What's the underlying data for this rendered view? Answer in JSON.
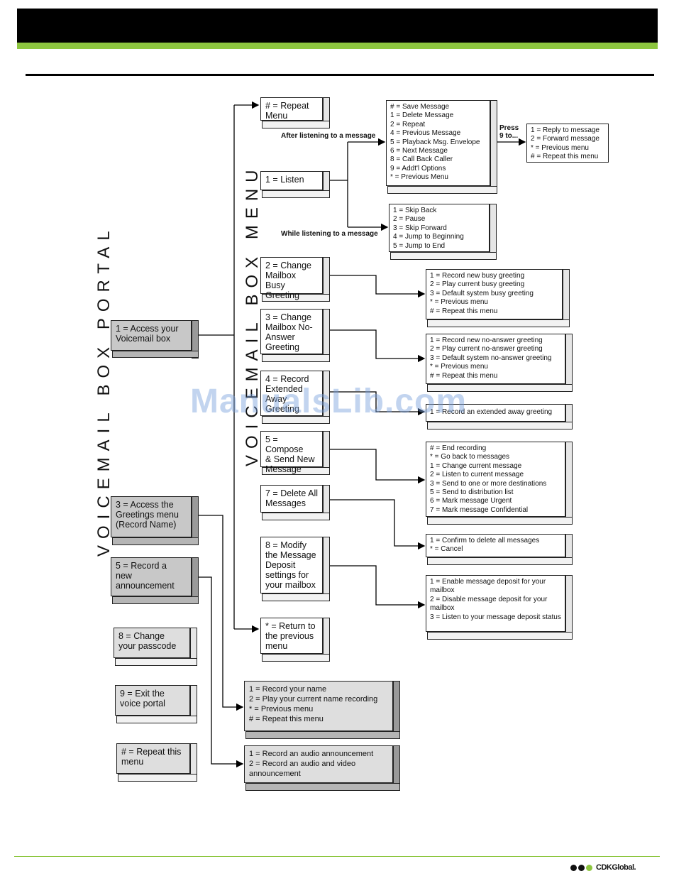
{
  "portal": {
    "title": "VOICEMAIL BOX PORTAL",
    "options": [
      "1 = Access your\nVoicemail box",
      "3 = Access the\nGreetings menu\n(Record Name)",
      "5 = Record a\nnew\nannouncement",
      "8 = Change\nyour passcode",
      "9 = Exit the\nvoice portal",
      "# = Repeat this\nmenu"
    ]
  },
  "menu": {
    "title": "VOICEMAIL BOX MENU",
    "options": [
      "# = Repeat\nMenu",
      "1 = Listen",
      "2 = Change\nMailbox Busy\nGreeting",
      "3 = Change\nMailbox No-\nAnswer\nGreeting",
      "4 = Record\nExtended\nAway\nGreeting",
      "5 = Compose\n& Send New\nMessage",
      "7 = Delete All\nMessages",
      "8 = Modify\nthe Message\nDeposit\nsettings for\nyour mailbox",
      "* = Return to\nthe previous\nmenu"
    ]
  },
  "labels": {
    "after": "After listening to a message",
    "while": "While listening to a message",
    "press": "Press\n9 to..."
  },
  "submenus": {
    "after_listen": [
      "# = Save Message",
      "1 = Delete Message",
      "2 = Repeat",
      "4 = Previous Message",
      "5 = Playback Msg. Envelope",
      "6 = Next Message",
      "8 = Call Back Caller",
      "9 = Addt'l Options",
      "* = Previous Menu"
    ],
    "press9": [
      "1 = Reply to message",
      "2 = Forward message",
      "* = Previous menu",
      "# = Repeat this menu"
    ],
    "while_listen": [
      "1 = Skip Back",
      "2 = Pause",
      "3 = Skip Forward",
      "4 = Jump to Beginning",
      "5 = Jump to End"
    ],
    "busy": [
      "1 = Record new busy greeting",
      "2 = Play current busy greeting",
      "3 = Default system busy greeting",
      "* = Previous menu",
      "# = Repeat this menu"
    ],
    "no_answer": [
      "1 = Record new no-answer greeting",
      "2 = Play current no-answer greeting",
      "3 = Default system no-answer greeting",
      "* = Previous menu",
      "# = Repeat this menu"
    ],
    "away": [
      "1 = Record an extended away greeting"
    ],
    "compose": [
      "# = End recording",
      "* = Go back to messages",
      "1 = Change current message",
      "2 = Listen to current message",
      "3 = Send to one or more destinations",
      "5 = Send to distribution list",
      "6 = Mark message Urgent",
      "7 = Mark message Confidential"
    ],
    "delete": [
      "1 = Confirm to delete all messages",
      "* = Cancel"
    ],
    "deposit": [
      "1 = Enable message deposit for your mailbox",
      "2 = Disable message deposit for your mailbox",
      "3 = Listen to your message deposit status"
    ],
    "greetings": [
      "1 = Record your name",
      "2 = Play your current name recording",
      "* = Previous menu",
      "# = Repeat this menu"
    ],
    "announcement": [
      "1 = Record an audio announcement",
      "2 = Record an audio and video announcement"
    ]
  },
  "watermark": "ManualsLib.com",
  "footer": {
    "logo_text": "CDKGlobal."
  }
}
